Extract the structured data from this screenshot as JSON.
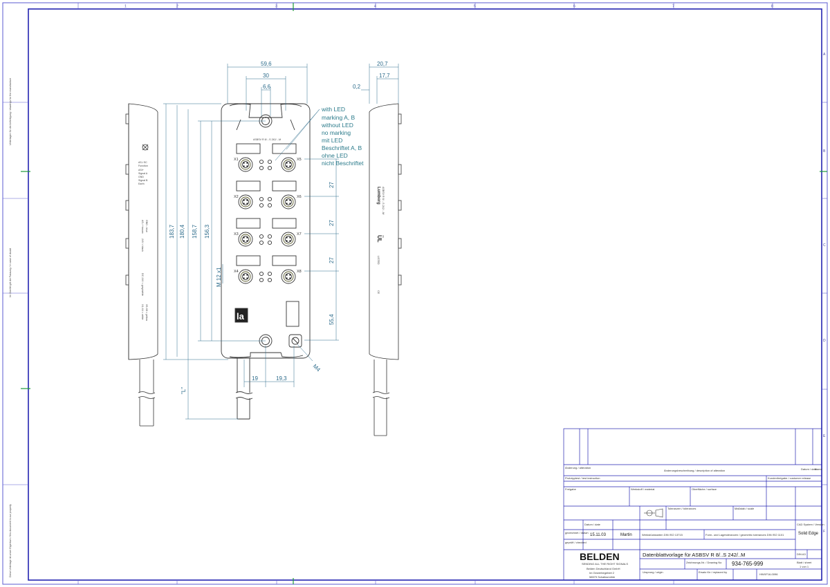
{
  "ruler": {
    "top_cols": [
      "1",
      "2",
      "3",
      "4",
      "5",
      "6",
      "7",
      "8"
    ],
    "right_rows": [
      "A",
      "B",
      "C",
      "D",
      "E",
      "F"
    ]
  },
  "dims": {
    "width_total": "59,6",
    "width_30": "30",
    "width_66": "6,6",
    "side_207": "20,7",
    "side_177": "17,7",
    "side_02": "0,2",
    "h_1837": "183,7",
    "h_1804": "180,4",
    "h_1587": "158,7",
    "h_1563": "156,3",
    "pitch_1": "27",
    "pitch_2": "27",
    "pitch_3": "27",
    "h_554": "55,4",
    "thread": "M 12 x1",
    "m4": "M4",
    "b_19": "19",
    "b_193": "19,3",
    "cable_len": "\"L\""
  },
  "notes": {
    "lines": [
      "with LED",
      "marking A, B",
      "without LED",
      "no marking",
      "mit LED",
      "Beschriftet A, B",
      "ohne LED",
      "nicht Beschriftet"
    ]
  },
  "device": {
    "model_label": "ASBSV R 8/…S 242/…M",
    "ports": [
      "X1",
      "X5",
      "X2",
      "X6",
      "X3",
      "X7",
      "X4",
      "X8"
    ],
    "logo_letter": "la"
  },
  "left_side": {
    "lines": [
      "AS-i SC",
      "Function",
      "ASI+",
      "Signal A",
      "GND",
      "Signal B",
      "Earth",
      "AS-i +brown",
      "GND - blue",
      "24V = black",
      "DC 24V = grey/white",
      "X1-X4 = white",
      "X5-X8 = yellow"
    ]
  },
  "right_side": {
    "brand": "Lumberg",
    "lines": [
      "ASBSV R 8/…S 242/…M",
      "UL",
      "us",
      "LISTED",
      "CE"
    ]
  },
  "title_block": {
    "changes_header": "Änderungsbeschreibung / description of alteration",
    "col_change": "Änderung / alteration",
    "col_date": "Datum / date",
    "col_name": "Name",
    "prototype": "Prototyptest / test instruction",
    "customer_release": "Kundenfreigabe / customer release",
    "release_label": "Freigabe",
    "approved_label": "Datum / date",
    "drawn_date": "15.11.03",
    "drawn_name": "Martin",
    "drawn_by": "gezeichnet / drawn",
    "checked_by": "geprüft / checked",
    "material_label": "Werkstoff / material",
    "finish_label": "Oberfläche / surface",
    "scale_label": "Maßstab / scale",
    "tolerance_label": "Toleranzen / tolerances",
    "general_tol": "Werkstückkanten DIN ISO 13715",
    "iso_tol": "Form- und Lagetoleranzen / geometric tolerances DIN ISO 1101",
    "cad_system": "Solid Edge",
    "cad_label": "CAD System / Version",
    "title_text": "Datenblattvorlage für ASBSV R 8/..S 242/..M",
    "drawing_no_label": "Zeichnungs-Nr. / Drawing No",
    "drawing_no": "934-765-999",
    "sheet_label": "Blatt / sheet",
    "sheet_value": "1 von 1",
    "size_value": "DIN A3",
    "company_logo": "BELDEN",
    "company_slogan": "SENDING ALL THE RIGHT SIGNALS",
    "company_name": "Belden Deutschland GmbH",
    "company_addr1": "Im Gewerbegebiet 2",
    "company_addr2": "58579 Schalksmühle",
    "orig_label": "Ursprung / origin",
    "replaced_label": "Ersatz für / replaced by",
    "doc_code": "HWXF16-0096"
  },
  "margin_notes": {
    "left_top": "Unterlagen für die Anfertigung / drawings for the manufacture",
    "left_mid": "Im Zweifel gilt die Fassung / in case of doubt",
    "left_bot": "Diese Unterlage ist unser Eigentum / this document is our property"
  }
}
